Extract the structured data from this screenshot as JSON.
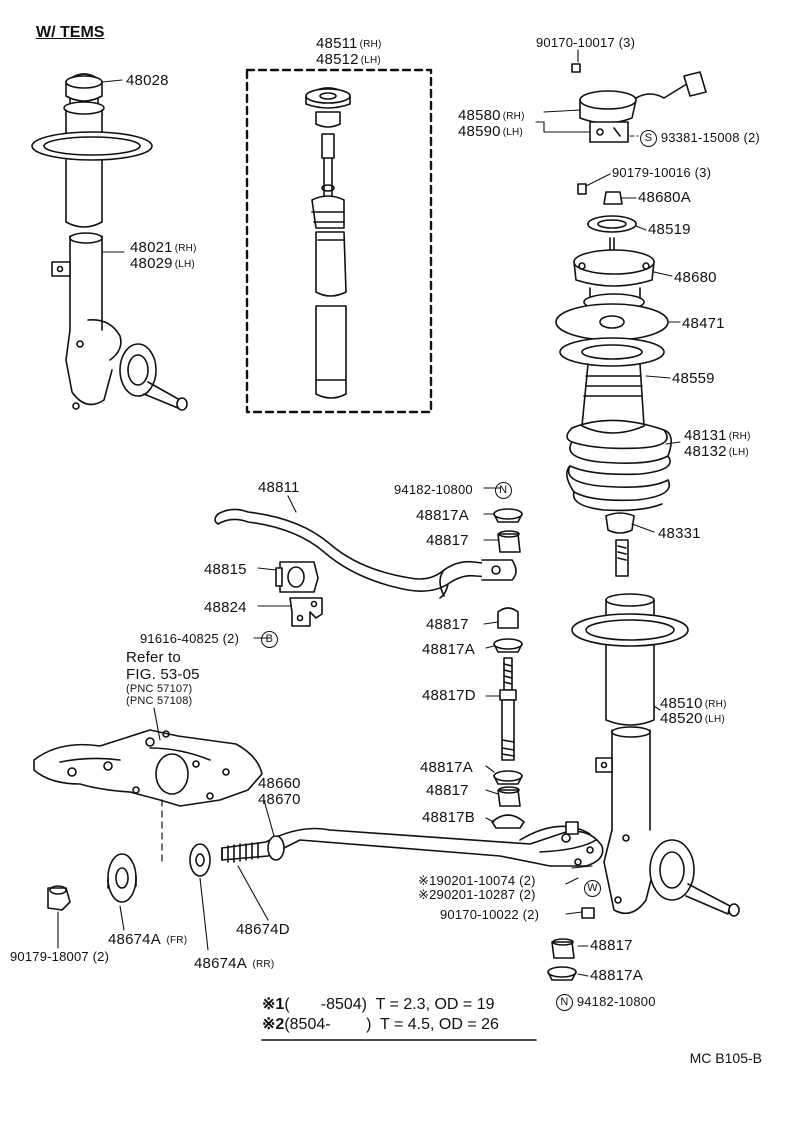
{
  "header": "W/ TEMS",
  "labels": {
    "p48028": "48028",
    "p48021": "48021",
    "p48029": "48029",
    "rh": "(RH)",
    "lh": "(LH)",
    "fr": "(FR)",
    "rr": "(RR)",
    "p48511": "48511",
    "p48512": "48512",
    "p90170_10017": "90170-10017 (3)",
    "p48580": "48580",
    "p48590": "48590",
    "p93381": "93381-15008 (2)",
    "sym_s": "S",
    "sym_n": "N",
    "sym_b": "B",
    "sym_w": "W",
    "p90179_10016": "90179-10016 (3)",
    "p48680A": "48680A",
    "p48519": "48519",
    "p48680": "48680",
    "p48471": "48471",
    "p48559": "48559",
    "p48131": "48131",
    "p48132": "48132",
    "p48811": "48811",
    "p94182_top": "94182-10800",
    "p48817A_1": "48817A",
    "p48817_1": "48817",
    "p48815": "48815",
    "p48824": "48824",
    "p91616": "91616-40825 (2)",
    "refer1": "Refer to",
    "refer2": "FIG. 53-05",
    "pnc1": "(PNC 57107)",
    "pnc2": "(PNC 57108)",
    "p48817_2": "48817",
    "p48817A_2": "48817A",
    "p48331": "48331",
    "p48817D": "48817D",
    "p48510": "48510",
    "p48520": "48520",
    "p48817A_3": "48817A",
    "p48817_3": "48817",
    "p48817B": "48817B",
    "p48660": "48660",
    "p48670": "48670",
    "p190201": "※190201-10074 (2)",
    "p290201": "※290201-10287 (2)",
    "p90170_10022": "90170-10022 (2)",
    "p48817_4": "48817",
    "p48817A_4": "48817A",
    "p94182_bot": "94182-10800",
    "p48674D": "48674D",
    "p48674A_fr": "48674A",
    "p48674A_rr": "48674A",
    "p90179_18007": "90179-18007 (2)"
  },
  "notes": {
    "n1_mark": "※1",
    "n1_text": "(       -8504)  T = 2.3, OD = 19",
    "n2_mark": "※2",
    "n2_text": "(8504-        )  T = 4.5, OD = 26"
  },
  "figure_code": "MC  B105-B"
}
